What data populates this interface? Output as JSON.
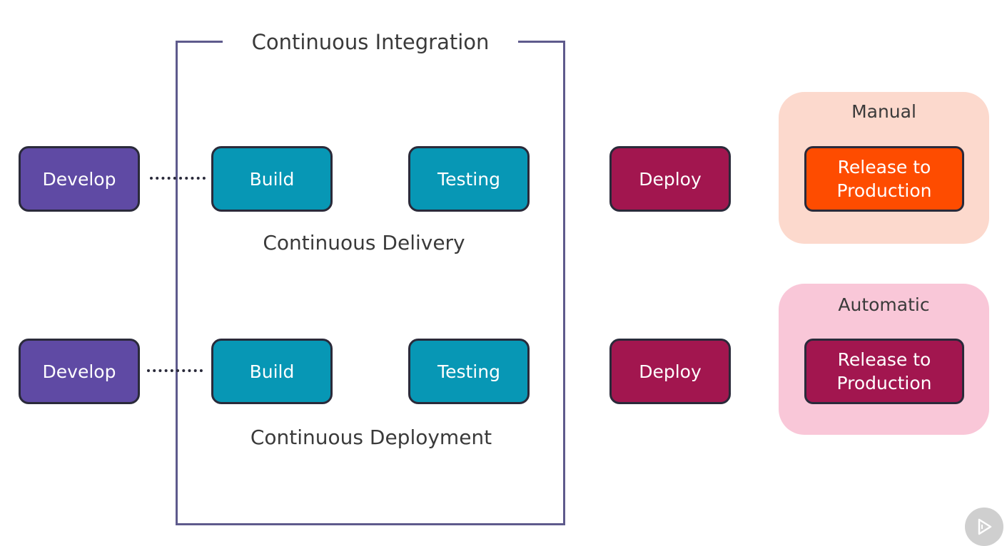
{
  "diagram": {
    "integration_title": "Continuous Integration",
    "rows": [
      {
        "develop_label": "Develop",
        "build_label": "Build",
        "testing_label": "Testing",
        "caption": "Continuous Delivery",
        "deploy_label": "Deploy",
        "release_mode": "Manual",
        "release_label": "Release to Production"
      },
      {
        "develop_label": "Develop",
        "build_label": "Build",
        "testing_label": "Testing",
        "caption": "Continuous Deployment",
        "deploy_label": "Deploy",
        "release_mode": "Automatic",
        "release_label": "Release to Production"
      }
    ]
  },
  "colors": {
    "develop": "#5f4aa4",
    "build_testing": "#0797b5",
    "deploy": "#a2164f",
    "release_manual": "#fe4c00",
    "release_automatic": "#a2164f",
    "panel_manual": "#fcd9cd",
    "panel_automatic": "#f9c7d8",
    "frame": "#5e5a8c"
  },
  "icons": {
    "play": "play-icon"
  }
}
